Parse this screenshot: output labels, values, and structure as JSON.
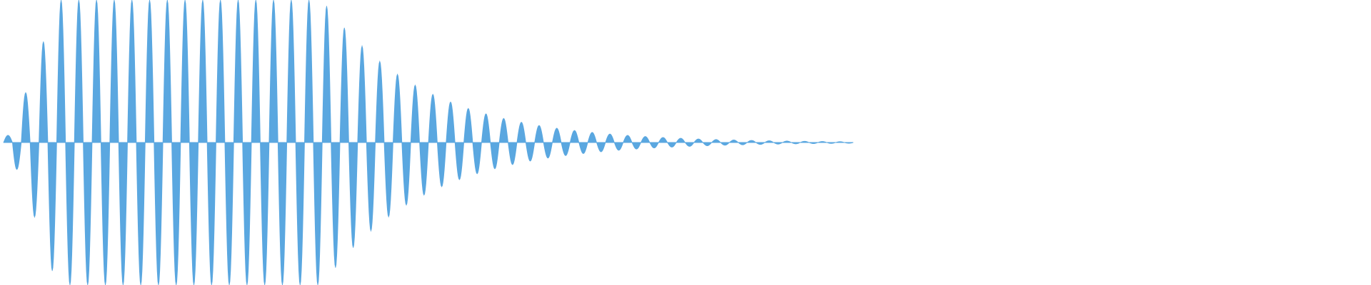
{
  "waveform": {
    "color": "#5aa7e0",
    "background": "#ffffff",
    "envelope": {
      "cycles": 48,
      "peak_amplitude": 1.0,
      "attack_cycles": 3,
      "sustain_until_cycle": 18,
      "decay_end_cycle": 48
    }
  }
}
